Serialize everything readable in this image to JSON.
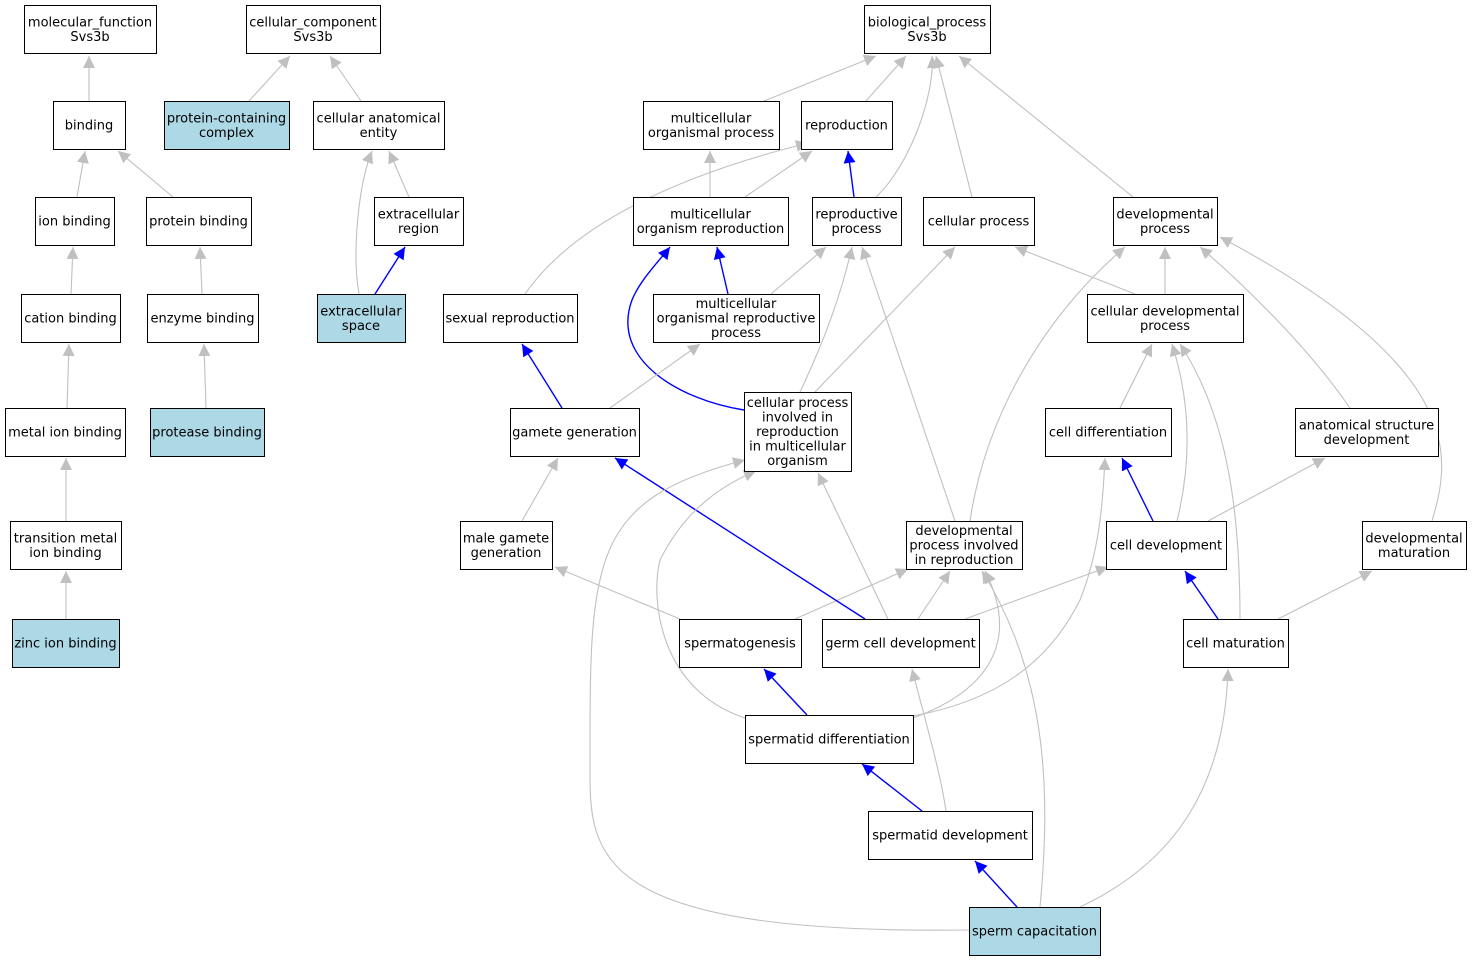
{
  "colors": {
    "node_fill": "#ffffff",
    "highlight_fill": "#add8e6",
    "edge_default": "#c0c0c0",
    "edge_emphasis": "#0000ff",
    "border": "#000000"
  },
  "nodes": [
    {
      "id": "molecular_function",
      "lines": [
        "molecular_function",
        "Svs3b"
      ],
      "highlight": false
    },
    {
      "id": "cellular_component",
      "lines": [
        "cellular_component",
        "Svs3b"
      ],
      "highlight": false
    },
    {
      "id": "biological_process",
      "lines": [
        "biological_process",
        "Svs3b"
      ],
      "highlight": false
    },
    {
      "id": "binding",
      "lines": [
        "binding"
      ],
      "highlight": false
    },
    {
      "id": "protein_containing_complex",
      "lines": [
        "protein-containing",
        "complex"
      ],
      "highlight": true
    },
    {
      "id": "cellular_anatomical_entity",
      "lines": [
        "cellular anatomical",
        "entity"
      ],
      "highlight": false
    },
    {
      "id": "multicellular_organismal_process",
      "lines": [
        "multicellular",
        "organismal process"
      ],
      "highlight": false
    },
    {
      "id": "reproduction",
      "lines": [
        "reproduction"
      ],
      "highlight": false
    },
    {
      "id": "ion_binding",
      "lines": [
        "ion binding"
      ],
      "highlight": false
    },
    {
      "id": "protein_binding",
      "lines": [
        "protein binding"
      ],
      "highlight": false
    },
    {
      "id": "extracellular_region",
      "lines": [
        "extracellular",
        "region"
      ],
      "highlight": false
    },
    {
      "id": "multicellular_organism_reproduction",
      "lines": [
        "multicellular",
        "organism reproduction"
      ],
      "highlight": false
    },
    {
      "id": "reproductive_process",
      "lines": [
        "reproductive",
        "process"
      ],
      "highlight": false
    },
    {
      "id": "cellular_process",
      "lines": [
        "cellular process"
      ],
      "highlight": false
    },
    {
      "id": "developmental_process",
      "lines": [
        "developmental",
        "process"
      ],
      "highlight": false
    },
    {
      "id": "cation_binding",
      "lines": [
        "cation binding"
      ],
      "highlight": false
    },
    {
      "id": "enzyme_binding",
      "lines": [
        "enzyme binding"
      ],
      "highlight": false
    },
    {
      "id": "extracellular_space",
      "lines": [
        "extracellular",
        "space"
      ],
      "highlight": true
    },
    {
      "id": "sexual_reproduction",
      "lines": [
        "sexual reproduction"
      ],
      "highlight": false
    },
    {
      "id": "multicellular_organismal_reproductive_process",
      "lines": [
        "multicellular",
        "organismal reproductive",
        "process"
      ],
      "highlight": false
    },
    {
      "id": "cellular_developmental_process",
      "lines": [
        "cellular developmental",
        "process"
      ],
      "highlight": false
    },
    {
      "id": "metal_ion_binding",
      "lines": [
        "metal ion binding"
      ],
      "highlight": false
    },
    {
      "id": "protease_binding",
      "lines": [
        "protease binding"
      ],
      "highlight": true
    },
    {
      "id": "gamete_generation",
      "lines": [
        "gamete generation"
      ],
      "highlight": false
    },
    {
      "id": "cellular_process_involved_in_reproduction",
      "lines": [
        "cellular process",
        "involved in",
        "reproduction",
        "in multicellular",
        "organism"
      ],
      "highlight": false
    },
    {
      "id": "cell_differentiation",
      "lines": [
        "cell differentiation"
      ],
      "highlight": false
    },
    {
      "id": "anatomical_structure_development",
      "lines": [
        "anatomical structure",
        "development"
      ],
      "highlight": false
    },
    {
      "id": "transition_metal_ion_binding",
      "lines": [
        "transition metal",
        "ion binding"
      ],
      "highlight": false
    },
    {
      "id": "male_gamete_generation",
      "lines": [
        "male gamete",
        "generation"
      ],
      "highlight": false
    },
    {
      "id": "developmental_process_involved_in_reproduction",
      "lines": [
        "developmental",
        "process involved",
        "in reproduction"
      ],
      "highlight": false
    },
    {
      "id": "cell_development",
      "lines": [
        "cell development"
      ],
      "highlight": false
    },
    {
      "id": "developmental_maturation",
      "lines": [
        "developmental",
        "maturation"
      ],
      "highlight": false
    },
    {
      "id": "zinc_ion_binding",
      "lines": [
        "zinc ion binding"
      ],
      "highlight": true
    },
    {
      "id": "spermatogenesis",
      "lines": [
        "spermatogenesis"
      ],
      "highlight": false
    },
    {
      "id": "germ_cell_development",
      "lines": [
        "germ cell development"
      ],
      "highlight": false
    },
    {
      "id": "cell_maturation",
      "lines": [
        "cell maturation"
      ],
      "highlight": false
    },
    {
      "id": "spermatid_differentiation",
      "lines": [
        "spermatid differentiation"
      ],
      "highlight": false
    },
    {
      "id": "spermatid_development",
      "lines": [
        "spermatid development"
      ],
      "highlight": false
    },
    {
      "id": "sperm_capacitation",
      "lines": [
        "sperm capacitation"
      ],
      "highlight": true
    }
  ],
  "edges": [
    {
      "from": "binding",
      "to": "molecular_function",
      "kind": "default"
    },
    {
      "from": "protein_containing_complex",
      "to": "cellular_component",
      "kind": "default"
    },
    {
      "from": "cellular_anatomical_entity",
      "to": "cellular_component",
      "kind": "default"
    },
    {
      "from": "ion_binding",
      "to": "binding",
      "kind": "default"
    },
    {
      "from": "protein_binding",
      "to": "binding",
      "kind": "default"
    },
    {
      "from": "cation_binding",
      "to": "ion_binding",
      "kind": "default"
    },
    {
      "from": "enzyme_binding",
      "to": "protein_binding",
      "kind": "default"
    },
    {
      "from": "metal_ion_binding",
      "to": "cation_binding",
      "kind": "default"
    },
    {
      "from": "protease_binding",
      "to": "enzyme_binding",
      "kind": "default"
    },
    {
      "from": "transition_metal_ion_binding",
      "to": "metal_ion_binding",
      "kind": "default"
    },
    {
      "from": "zinc_ion_binding",
      "to": "transition_metal_ion_binding",
      "kind": "default"
    },
    {
      "from": "extracellular_region",
      "to": "cellular_anatomical_entity",
      "kind": "default"
    },
    {
      "from": "extracellular_space",
      "to": "cellular_anatomical_entity",
      "kind": "default"
    },
    {
      "from": "extracellular_space",
      "to": "extracellular_region",
      "kind": "emphasis"
    },
    {
      "from": "multicellular_organismal_process",
      "to": "biological_process",
      "kind": "default"
    },
    {
      "from": "reproduction",
      "to": "biological_process",
      "kind": "default"
    },
    {
      "from": "reproductive_process",
      "to": "biological_process",
      "kind": "default"
    },
    {
      "from": "cellular_process",
      "to": "biological_process",
      "kind": "default"
    },
    {
      "from": "developmental_process",
      "to": "biological_process",
      "kind": "default"
    },
    {
      "from": "multicellular_organism_reproduction",
      "to": "multicellular_organismal_process",
      "kind": "default"
    },
    {
      "from": "multicellular_organism_reproduction",
      "to": "reproduction",
      "kind": "default"
    },
    {
      "from": "reproductive_process",
      "to": "reproduction",
      "kind": "emphasis"
    },
    {
      "from": "sexual_reproduction",
      "to": "reproduction",
      "kind": "default"
    },
    {
      "from": "multicellular_organismal_reproductive_process",
      "to": "multicellular_organism_reproduction",
      "kind": "emphasis"
    },
    {
      "from": "multicellular_organismal_reproductive_process",
      "to": "reproductive_process",
      "kind": "default"
    },
    {
      "from": "cellular_developmental_process",
      "to": "cellular_process",
      "kind": "default"
    },
    {
      "from": "cellular_developmental_process",
      "to": "developmental_process",
      "kind": "default"
    },
    {
      "from": "anatomical_structure_development",
      "to": "developmental_process",
      "kind": "default"
    },
    {
      "from": "developmental_maturation",
      "to": "developmental_process",
      "kind": "default"
    },
    {
      "from": "developmental_process_involved_in_reproduction",
      "to": "developmental_process",
      "kind": "default"
    },
    {
      "from": "developmental_process_involved_in_reproduction",
      "to": "reproductive_process",
      "kind": "default"
    },
    {
      "from": "cellular_process_involved_in_reproduction",
      "to": "reproductive_process",
      "kind": "default"
    },
    {
      "from": "cellular_process_involved_in_reproduction",
      "to": "cellular_process",
      "kind": "default"
    },
    {
      "from": "cellular_process_involved_in_reproduction",
      "to": "multicellular_organism_reproduction",
      "kind": "emphasis"
    },
    {
      "from": "gamete_generation",
      "to": "sexual_reproduction",
      "kind": "emphasis"
    },
    {
      "from": "gamete_generation",
      "to": "multicellular_organismal_reproductive_process",
      "kind": "default"
    },
    {
      "from": "male_gamete_generation",
      "to": "gamete_generation",
      "kind": "default"
    },
    {
      "from": "cell_differentiation",
      "to": "cellular_developmental_process",
      "kind": "default"
    },
    {
      "from": "cell_development",
      "to": "cell_differentiation",
      "kind": "emphasis"
    },
    {
      "from": "cell_development",
      "to": "cellular_developmental_process",
      "kind": "default"
    },
    {
      "from": "cell_development",
      "to": "anatomical_structure_development",
      "kind": "default"
    },
    {
      "from": "cell_maturation",
      "to": "cell_development",
      "kind": "emphasis"
    },
    {
      "from": "cell_maturation",
      "to": "developmental_maturation",
      "kind": "default"
    },
    {
      "from": "cell_maturation",
      "to": "cellular_developmental_process",
      "kind": "default"
    },
    {
      "from": "spermatogenesis",
      "to": "male_gamete_generation",
      "kind": "default"
    },
    {
      "from": "spermatogenesis",
      "to": "developmental_process_involved_in_reproduction",
      "kind": "default"
    },
    {
      "from": "germ_cell_development",
      "to": "gamete_generation",
      "kind": "emphasis"
    },
    {
      "from": "germ_cell_development",
      "to": "cellular_process_involved_in_reproduction",
      "kind": "default"
    },
    {
      "from": "germ_cell_development",
      "to": "developmental_process_involved_in_reproduction",
      "kind": "default"
    },
    {
      "from": "germ_cell_development",
      "to": "cell_development",
      "kind": "default"
    },
    {
      "from": "spermatid_differentiation",
      "to": "spermatogenesis",
      "kind": "emphasis"
    },
    {
      "from": "spermatid_differentiation",
      "to": "cellular_process_involved_in_reproduction",
      "kind": "default"
    },
    {
      "from": "spermatid_differentiation",
      "to": "developmental_process_involved_in_reproduction",
      "kind": "default"
    },
    {
      "from": "spermatid_differentiation",
      "to": "cell_differentiation",
      "kind": "default"
    },
    {
      "from": "spermatid_development",
      "to": "spermatid_differentiation",
      "kind": "emphasis"
    },
    {
      "from": "spermatid_development",
      "to": "germ_cell_development",
      "kind": "default"
    },
    {
      "from": "sperm_capacitation",
      "to": "spermatid_development",
      "kind": "emphasis"
    },
    {
      "from": "sperm_capacitation",
      "to": "cellular_process_involved_in_reproduction",
      "kind": "default"
    },
    {
      "from": "sperm_capacitation",
      "to": "developmental_process_involved_in_reproduction",
      "kind": "default"
    },
    {
      "from": "sperm_capacitation",
      "to": "cell_maturation",
      "kind": "default"
    }
  ]
}
